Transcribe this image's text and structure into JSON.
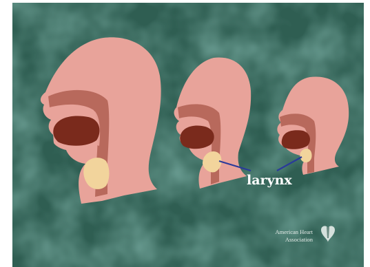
{
  "diagram": {
    "label": "larynx",
    "logo": {
      "line1": "American Heart",
      "line2": "Association"
    },
    "colors": {
      "background": "#2f5e52",
      "skin": "#e8a39a",
      "skin_dark": "#d98a82",
      "tissue": "#b8695c",
      "cavity": "#7a2a1c",
      "larynx": "#f2d49c",
      "pointer": "#2a3a9a"
    }
  }
}
